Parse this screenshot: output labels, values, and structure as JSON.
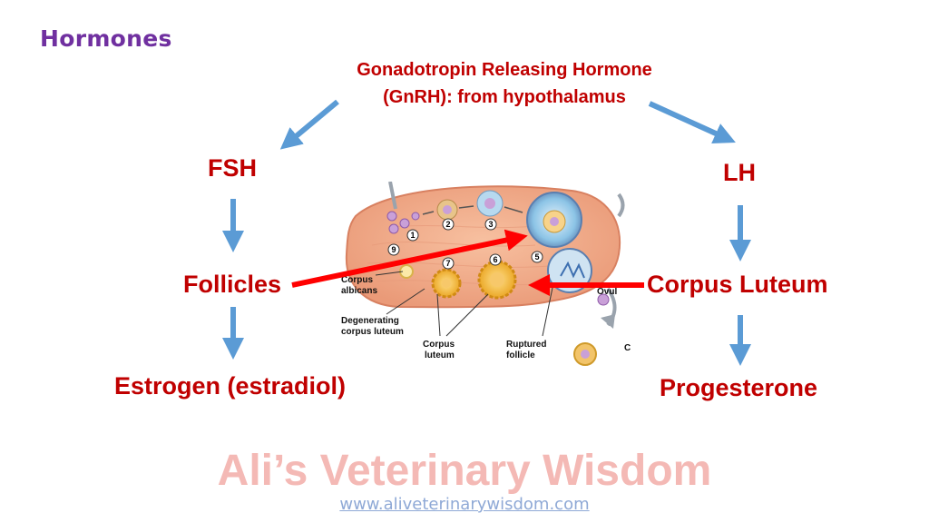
{
  "title": "Hormones",
  "top_hormone": {
    "line1": "Gonadotropin Releasing Hormone",
    "line2": "(GnRH): from hypothalamus"
  },
  "left_branch": {
    "hormone": "FSH",
    "target": "Follicles",
    "product": "Estrogen (estradiol)"
  },
  "right_branch": {
    "hormone": "LH",
    "target": "Corpus Luteum",
    "product": "Progesterone"
  },
  "ovary_figure": {
    "stage_numbers": [
      "1",
      "2",
      "3",
      "5",
      "6",
      "7",
      "9"
    ],
    "labels": {
      "corpus_albicans_1": "Corpus",
      "corpus_albicans_2": "albicans",
      "degenerating_1": "Degenerating",
      "degenerating_2": "corpus luteum",
      "corpus_luteum_1": "Corpus",
      "corpus_luteum_2": "luteum",
      "ruptured_1": "Ruptured",
      "ruptured_2": "follicle",
      "ovul_partial": "Ovul",
      "c_partial": "C"
    }
  },
  "colors": {
    "title": "#7030a0",
    "hormone_text": "#c00000",
    "flow_arrow": "#5b9bd5",
    "highlight_arrow": "#ff0000",
    "watermark": "#f4b9b5",
    "url": "#8fa9d6"
  },
  "watermark": "Ali’s Veterinary Wisdom",
  "url": "www.aliveterinarywisdom.com"
}
